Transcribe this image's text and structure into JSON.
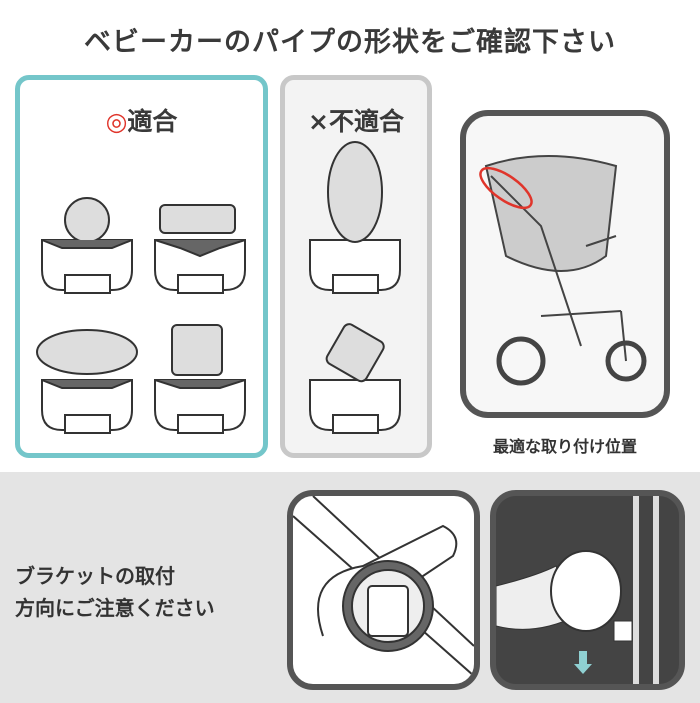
{
  "title": "ベビーカーのパイプの形状をご確認下さい",
  "suitable": {
    "mark": "◎",
    "label": "適合",
    "mark_color": "#e0352b"
  },
  "unsuitable": {
    "mark": "×",
    "label": "不適合"
  },
  "stroller_caption": "最適な取り付け位置",
  "bracket_note": {
    "line1": "ブラケットの取付",
    "line2": "方向にご注意ください"
  },
  "colors": {
    "teal": "#74c6ca",
    "gray_border": "#c8c8c8",
    "dark_border": "#555555",
    "highlight": "#e0352b",
    "arrow": "#8fd0d2"
  }
}
